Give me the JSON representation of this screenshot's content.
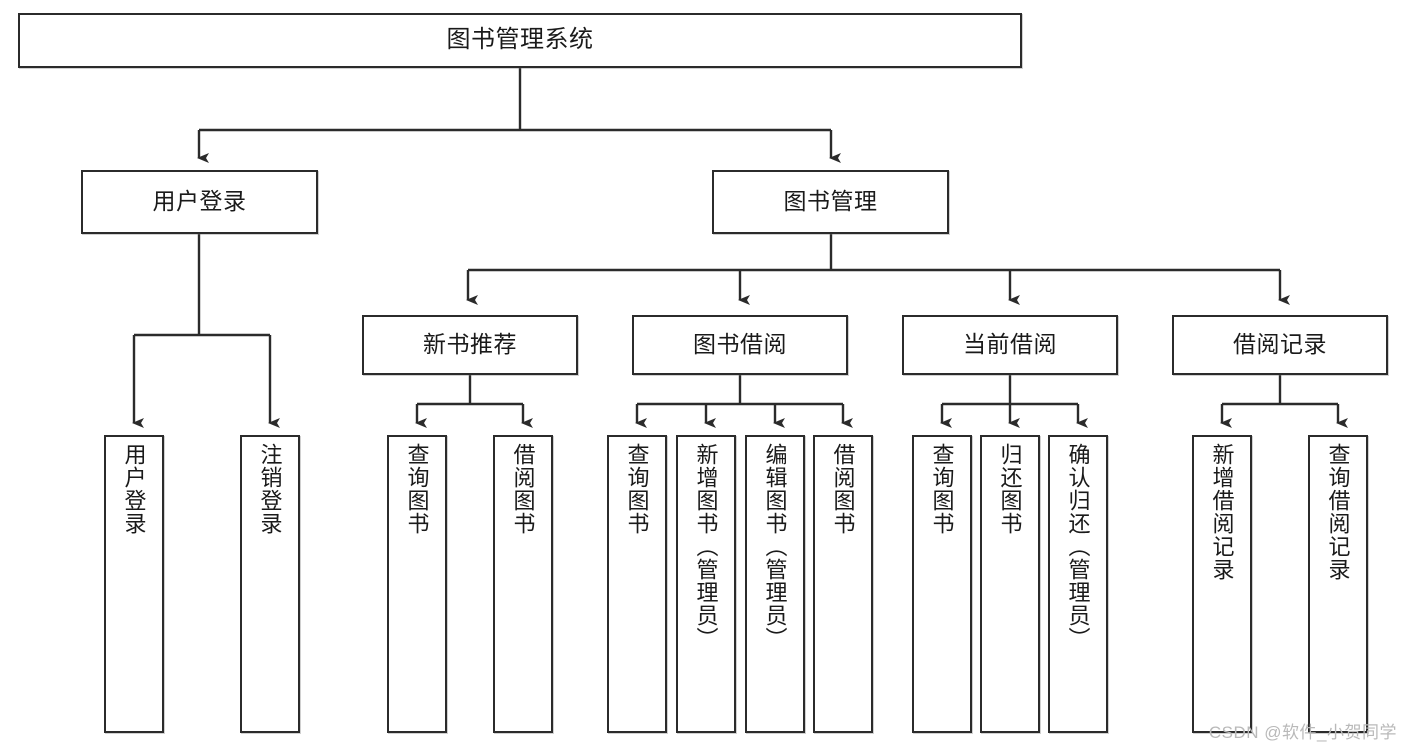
{
  "diagram": {
    "type": "tree",
    "title": "图书管理系统",
    "watermark": "CSDN @软件_小贺同学",
    "colors": {
      "box_border": "#2b2b2b",
      "box_fill": "#ffffff",
      "connector": "#2b2b2b",
      "text": "#1a1a1a",
      "watermark": "#b9b9b9"
    },
    "levels": {
      "root": {
        "label": "图书管理系统"
      },
      "level2": [
        {
          "label": "用户登录"
        },
        {
          "label": "图书管理"
        }
      ],
      "level3": [
        {
          "label": "新书推荐"
        },
        {
          "label": "图书借阅"
        },
        {
          "label": "当前借阅"
        },
        {
          "label": "借阅记录"
        }
      ],
      "leaves": {
        "user_login": [
          {
            "label": "用户登录"
          },
          {
            "label": "注销登录"
          }
        ],
        "new_book_recommend": [
          {
            "label": "查询图书"
          },
          {
            "label": "借阅图书"
          }
        ],
        "book_borrow": [
          {
            "label": "查询图书"
          },
          {
            "label": "新增图书（管理员）"
          },
          {
            "label": "编辑图书（管理员）"
          },
          {
            "label": "借阅图书"
          }
        ],
        "current_borrow": [
          {
            "label": "查询图书"
          },
          {
            "label": "归还图书"
          },
          {
            "label": "确认归还（管理员）"
          }
        ],
        "borrow_records": [
          {
            "label": "新增借阅记录"
          },
          {
            "label": "查询借阅记录"
          }
        ]
      }
    }
  }
}
